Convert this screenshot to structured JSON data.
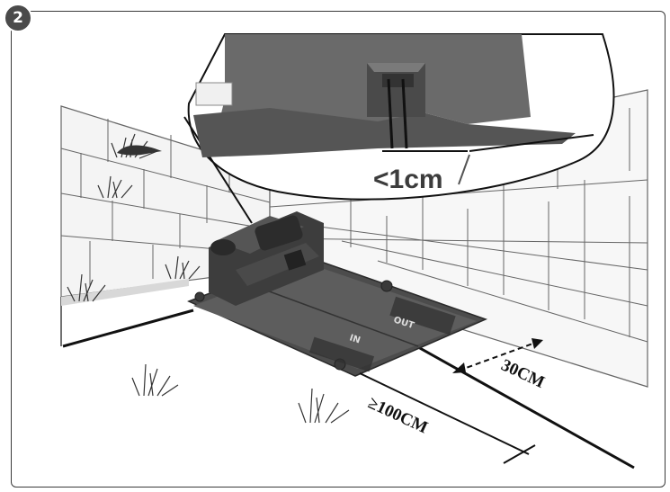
{
  "step": {
    "number": "2"
  },
  "labels": {
    "gap_clearance": "<1cm",
    "side_distance": "30CM",
    "front_distance": "≥100CM",
    "base_in_mark": "IN",
    "base_out_mark": "OUT"
  },
  "colors": {
    "wall": "#f7f7f7",
    "wall_lines": "#555555",
    "ground": "#ffffff",
    "station_dark": "#3d3d3d",
    "station_mid": "#5a5a5a",
    "zoom_body": "#6a6a6a",
    "frame": "#3a3a3a"
  }
}
